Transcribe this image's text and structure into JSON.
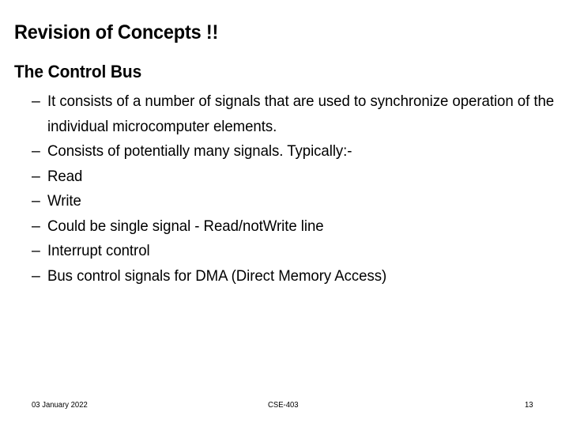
{
  "slide": {
    "title": "Revision of Concepts !!",
    "lead": "The Control Bus",
    "bullet_marker": "–",
    "bullets": [
      "It consists of a number of signals that are used to synchronize operation of the individual microcomputer elements.",
      "Consists of potentially many signals. Typically:-",
      "Read",
      "Write",
      "Could be single signal - Read/notWrite line",
      "Interrupt control",
      "Bus control signals for DMA (Direct Memory Access)"
    ],
    "footer": {
      "date": "03 January 2022",
      "course": "CSE-403",
      "page_number": "13"
    },
    "colors": {
      "background": "#ffffff",
      "text": "#000000"
    }
  }
}
